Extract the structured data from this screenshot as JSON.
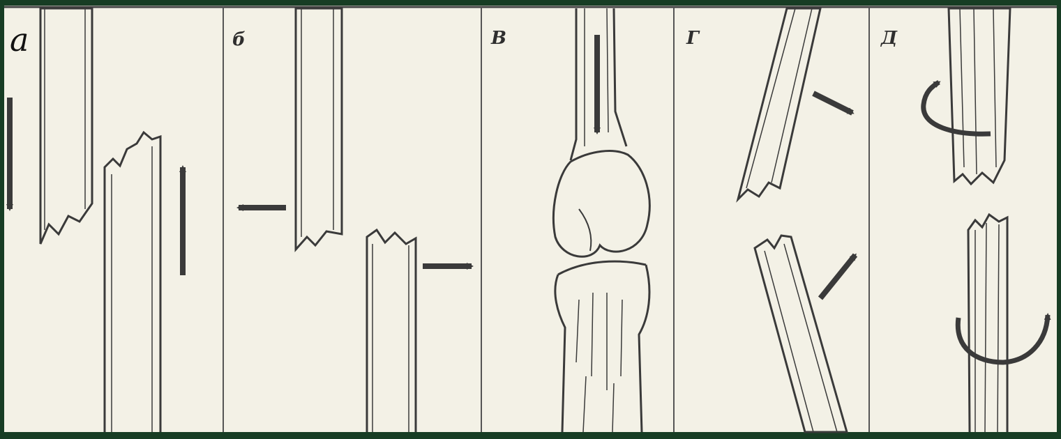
{
  "panels": [
    {
      "id": "a",
      "label": "а"
    },
    {
      "id": "b",
      "label": "б"
    },
    {
      "id": "v",
      "label": "В"
    },
    {
      "id": "g",
      "label": "Г"
    },
    {
      "id": "d",
      "label": "Д"
    }
  ],
  "colors": {
    "background": "#173d24",
    "paper": "#f3f1e6",
    "ink": "#3a3a3a"
  }
}
